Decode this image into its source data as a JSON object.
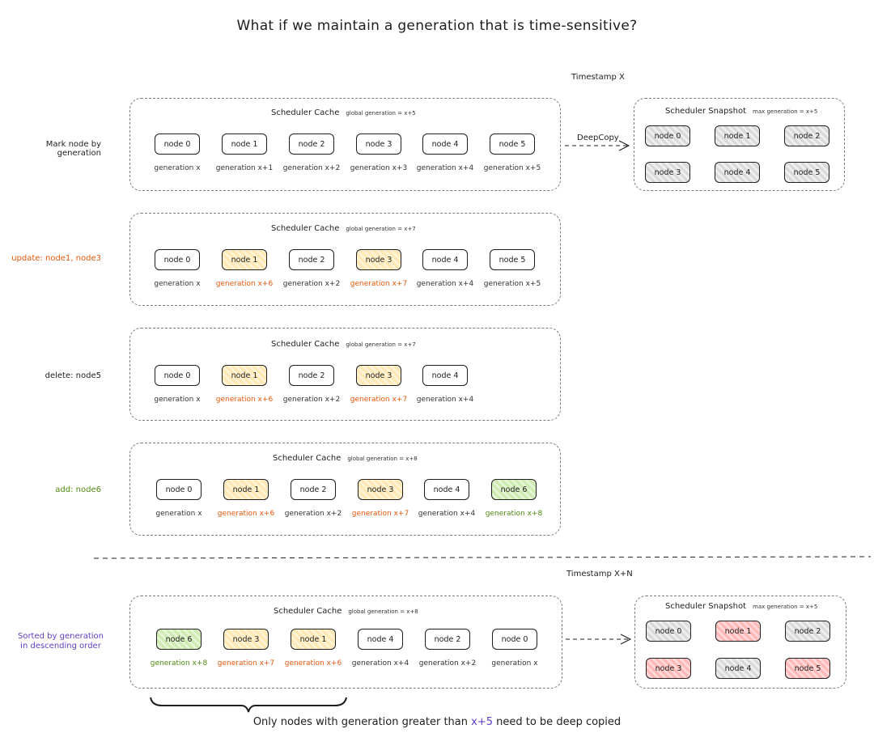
{
  "title": "What if we maintain a generation that is time-sensitive?",
  "timestamps": {
    "first": "Timestamp X",
    "second": "Timestamp X+N"
  },
  "side_labels": {
    "mark": "Mark node by generation",
    "update": "update: node1, node3",
    "delete": "delete: node5",
    "add": "add: node6",
    "sorted_line1": "Sorted by generation",
    "sorted_line2": "in descending order"
  },
  "deepcopy_label": "DeepCopy",
  "panels": {
    "p1": {
      "title": "Scheduler Cache",
      "subtitle": "global generation = x+5",
      "nodes": [
        {
          "label": "node 0",
          "gen": "generation x",
          "color": "none"
        },
        {
          "label": "node 1",
          "gen": "generation x+1",
          "color": "none"
        },
        {
          "label": "node 2",
          "gen": "generation x+2",
          "color": "none"
        },
        {
          "label": "node 3",
          "gen": "generation x+3",
          "color": "none"
        },
        {
          "label": "node 4",
          "gen": "generation x+4",
          "color": "none"
        },
        {
          "label": "node 5",
          "gen": "generation x+5",
          "color": "none"
        }
      ]
    },
    "p2": {
      "title": "Scheduler Cache",
      "subtitle": "global generation = x+7",
      "nodes": [
        {
          "label": "node 0",
          "gen": "generation x",
          "color": "none"
        },
        {
          "label": "node 1",
          "gen": "generation x+6",
          "color": "orange"
        },
        {
          "label": "node 2",
          "gen": "generation x+2",
          "color": "none"
        },
        {
          "label": "node 3",
          "gen": "generation x+7",
          "color": "orange"
        },
        {
          "label": "node 4",
          "gen": "generation x+4",
          "color": "none"
        },
        {
          "label": "node 5",
          "gen": "generation x+5",
          "color": "none"
        }
      ]
    },
    "p3": {
      "title": "Scheduler Cache",
      "subtitle": "global generation = x+7",
      "nodes": [
        {
          "label": "node 0",
          "gen": "generation x",
          "color": "none"
        },
        {
          "label": "node 1",
          "gen": "generation x+6",
          "color": "orange"
        },
        {
          "label": "node 2",
          "gen": "generation x+2",
          "color": "none"
        },
        {
          "label": "node 3",
          "gen": "generation x+7",
          "color": "orange"
        },
        {
          "label": "node 4",
          "gen": "generation x+4",
          "color": "none"
        }
      ]
    },
    "p4": {
      "title": "Scheduler Cache",
      "subtitle": "global generation = x+8",
      "nodes": [
        {
          "label": "node 0",
          "gen": "generation x",
          "color": "none"
        },
        {
          "label": "node 1",
          "gen": "generation x+6",
          "color": "orange"
        },
        {
          "label": "node 2",
          "gen": "generation x+2",
          "color": "none"
        },
        {
          "label": "node 3",
          "gen": "generation x+7",
          "color": "orange"
        },
        {
          "label": "node 4",
          "gen": "generation x+4",
          "color": "none"
        },
        {
          "label": "node 6",
          "gen": "generation x+8",
          "color": "green"
        }
      ]
    },
    "p5": {
      "title": "Scheduler Cache",
      "subtitle": "global generation = x+8",
      "nodes": [
        {
          "label": "node 6",
          "gen": "generation x+8",
          "color": "green"
        },
        {
          "label": "node 3",
          "gen": "generation x+7",
          "color": "orange"
        },
        {
          "label": "node 1",
          "gen": "generation x+6",
          "color": "orange"
        },
        {
          "label": "node 4",
          "gen": "generation x+4",
          "color": "none"
        },
        {
          "label": "node 2",
          "gen": "generation x+2",
          "color": "none"
        },
        {
          "label": "node 0",
          "gen": "generation x",
          "color": "none"
        }
      ]
    },
    "s1": {
      "title": "Scheduler Snapshot",
      "subtitle": "max generation = x+5",
      "nodes": [
        {
          "label": "node 0",
          "color": "grey"
        },
        {
          "label": "node 1",
          "color": "grey"
        },
        {
          "label": "node 2",
          "color": "grey"
        },
        {
          "label": "node 3",
          "color": "grey"
        },
        {
          "label": "node 4",
          "color": "grey"
        },
        {
          "label": "node 5",
          "color": "grey"
        }
      ]
    },
    "s2": {
      "title": "Scheduler Snapshot",
      "subtitle": "max generation = x+5",
      "nodes": [
        {
          "label": "node 0",
          "color": "grey"
        },
        {
          "label": "node 1",
          "color": "red"
        },
        {
          "label": "node 2",
          "color": "grey"
        },
        {
          "label": "node 3",
          "color": "red"
        },
        {
          "label": "node 4",
          "color": "grey"
        },
        {
          "label": "node 5",
          "color": "red"
        }
      ]
    }
  },
  "bottom_note": {
    "before": "Only nodes with generation greater than ",
    "highlight": "x+5",
    "after": " need to be deep copied"
  }
}
